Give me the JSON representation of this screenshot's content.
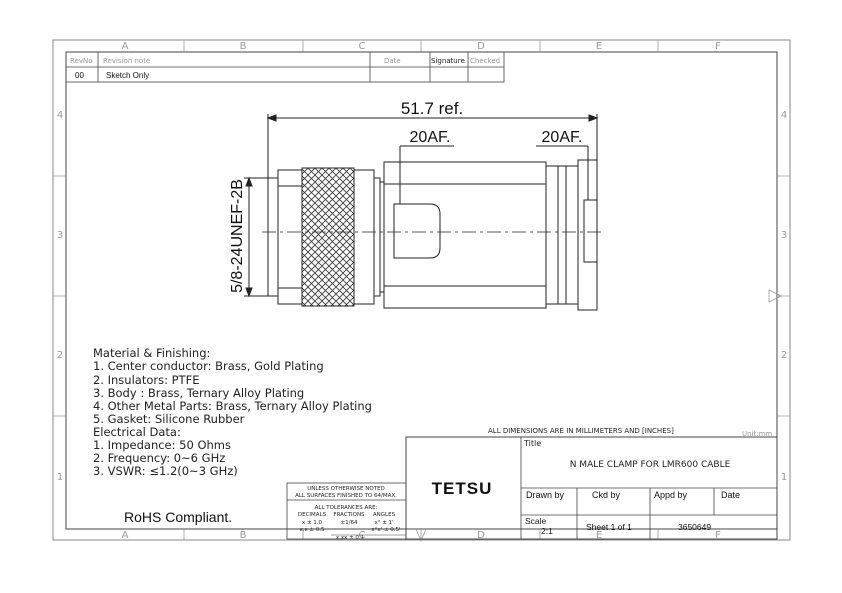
{
  "border": {
    "columns": [
      "A",
      "B",
      "C",
      "D",
      "E",
      "F"
    ],
    "rows": [
      "4",
      "3",
      "2",
      "1"
    ]
  },
  "revision_table": {
    "headers": {
      "rev": "RevNo",
      "note": "Revision note",
      "date": "Date",
      "signature": "Signature",
      "checked": "Checked"
    },
    "rows": [
      {
        "rev": "00",
        "note": "Sketch Only"
      }
    ]
  },
  "drawing": {
    "overall_dim": "51.7 ref.",
    "hex_dim_1": "20AF.",
    "hex_dim_2": "20AF.",
    "thread_label": "5/8-24UNEF-2B"
  },
  "notes": {
    "lines": [
      "Material & Finishing:",
      "1. Center conductor: Brass, Gold Plating",
      "2. Insulators: PTFE",
      "3. Body : Brass, Ternary Alloy Plating",
      "4. Other Metal Parts: Brass, Ternary Alloy Plating",
      "5. Gasket: Silicone Rubber",
      "Electrical Data:",
      "1. Impedance: 50 Ohms",
      "2. Frequency: 0~6 GHz",
      "3. VSWR:       ≤1.2(0~3 GHz)"
    ],
    "rohs": "RoHS Compliant."
  },
  "tolerance": {
    "line1": "UNLESS OTHERWISE NOTED",
    "line2": "ALL SURFACES FINISHED TO 64/MAX.",
    "line3": "ALL TOLERANCES ARE:",
    "h_decimals": "DECIMALS",
    "h_fractions": "FRACTIONS",
    "h_angles": "ANGLES",
    "d1": "x ± 1.0",
    "d2": "x.x ± 0.5",
    "d3": "x.xx ± 0.1",
    "f1": "±1/64",
    "a1": "x° ± 1'",
    "a2": "x°x' ± 0.5'"
  },
  "title_block": {
    "dimensions_note": "ALL DIMENSIONS ARE IN MILLIMETERS AND [INCHES]",
    "unit": "Unit:mm",
    "title_label": "Title",
    "title": "N MALE CLAMP FOR LMR600 CABLE",
    "company": "TETSU",
    "drawn_by": "Drawn by",
    "ckd_by": "Ckd by",
    "appd_by": "Appd by",
    "date": "Date",
    "scale_label": "Scale",
    "scale": "2:1",
    "sheet": "Sheet 1 of 1",
    "part_no": "3650649"
  },
  "colors": {
    "line": "#222222",
    "frame": "#888888",
    "grid": "#aaaaaa"
  }
}
